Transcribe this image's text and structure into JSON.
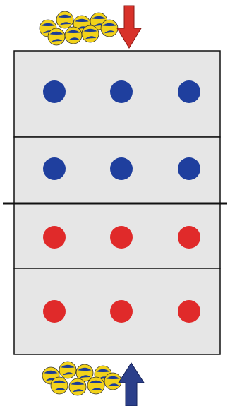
{
  "colors": {
    "court_fill": "#e6e6e6",
    "court_line": "#111111",
    "team_top": "#1f3f9e",
    "team_bottom": "#e02a2a",
    "arrow_top": "#d8322a",
    "arrow_bottom": "#2b3f8a",
    "ball_yellow": "#f2d21a",
    "ball_blue": "#1c3c95"
  },
  "court": {
    "zones": [
      {
        "id": "top-back",
        "team": "top",
        "players": 3
      },
      {
        "id": "top-front",
        "team": "top",
        "players": 3
      },
      {
        "id": "bottom-front",
        "team": "bottom",
        "players": 3
      },
      {
        "id": "bottom-back",
        "team": "bottom",
        "players": 3
      }
    ]
  },
  "arrows": {
    "top": "down-arrow-icon",
    "bottom": "up-arrow-icon"
  },
  "balls": {
    "top_pile_count": 8,
    "bottom_pile_count": 8,
    "icon": "volleyball-icon"
  }
}
